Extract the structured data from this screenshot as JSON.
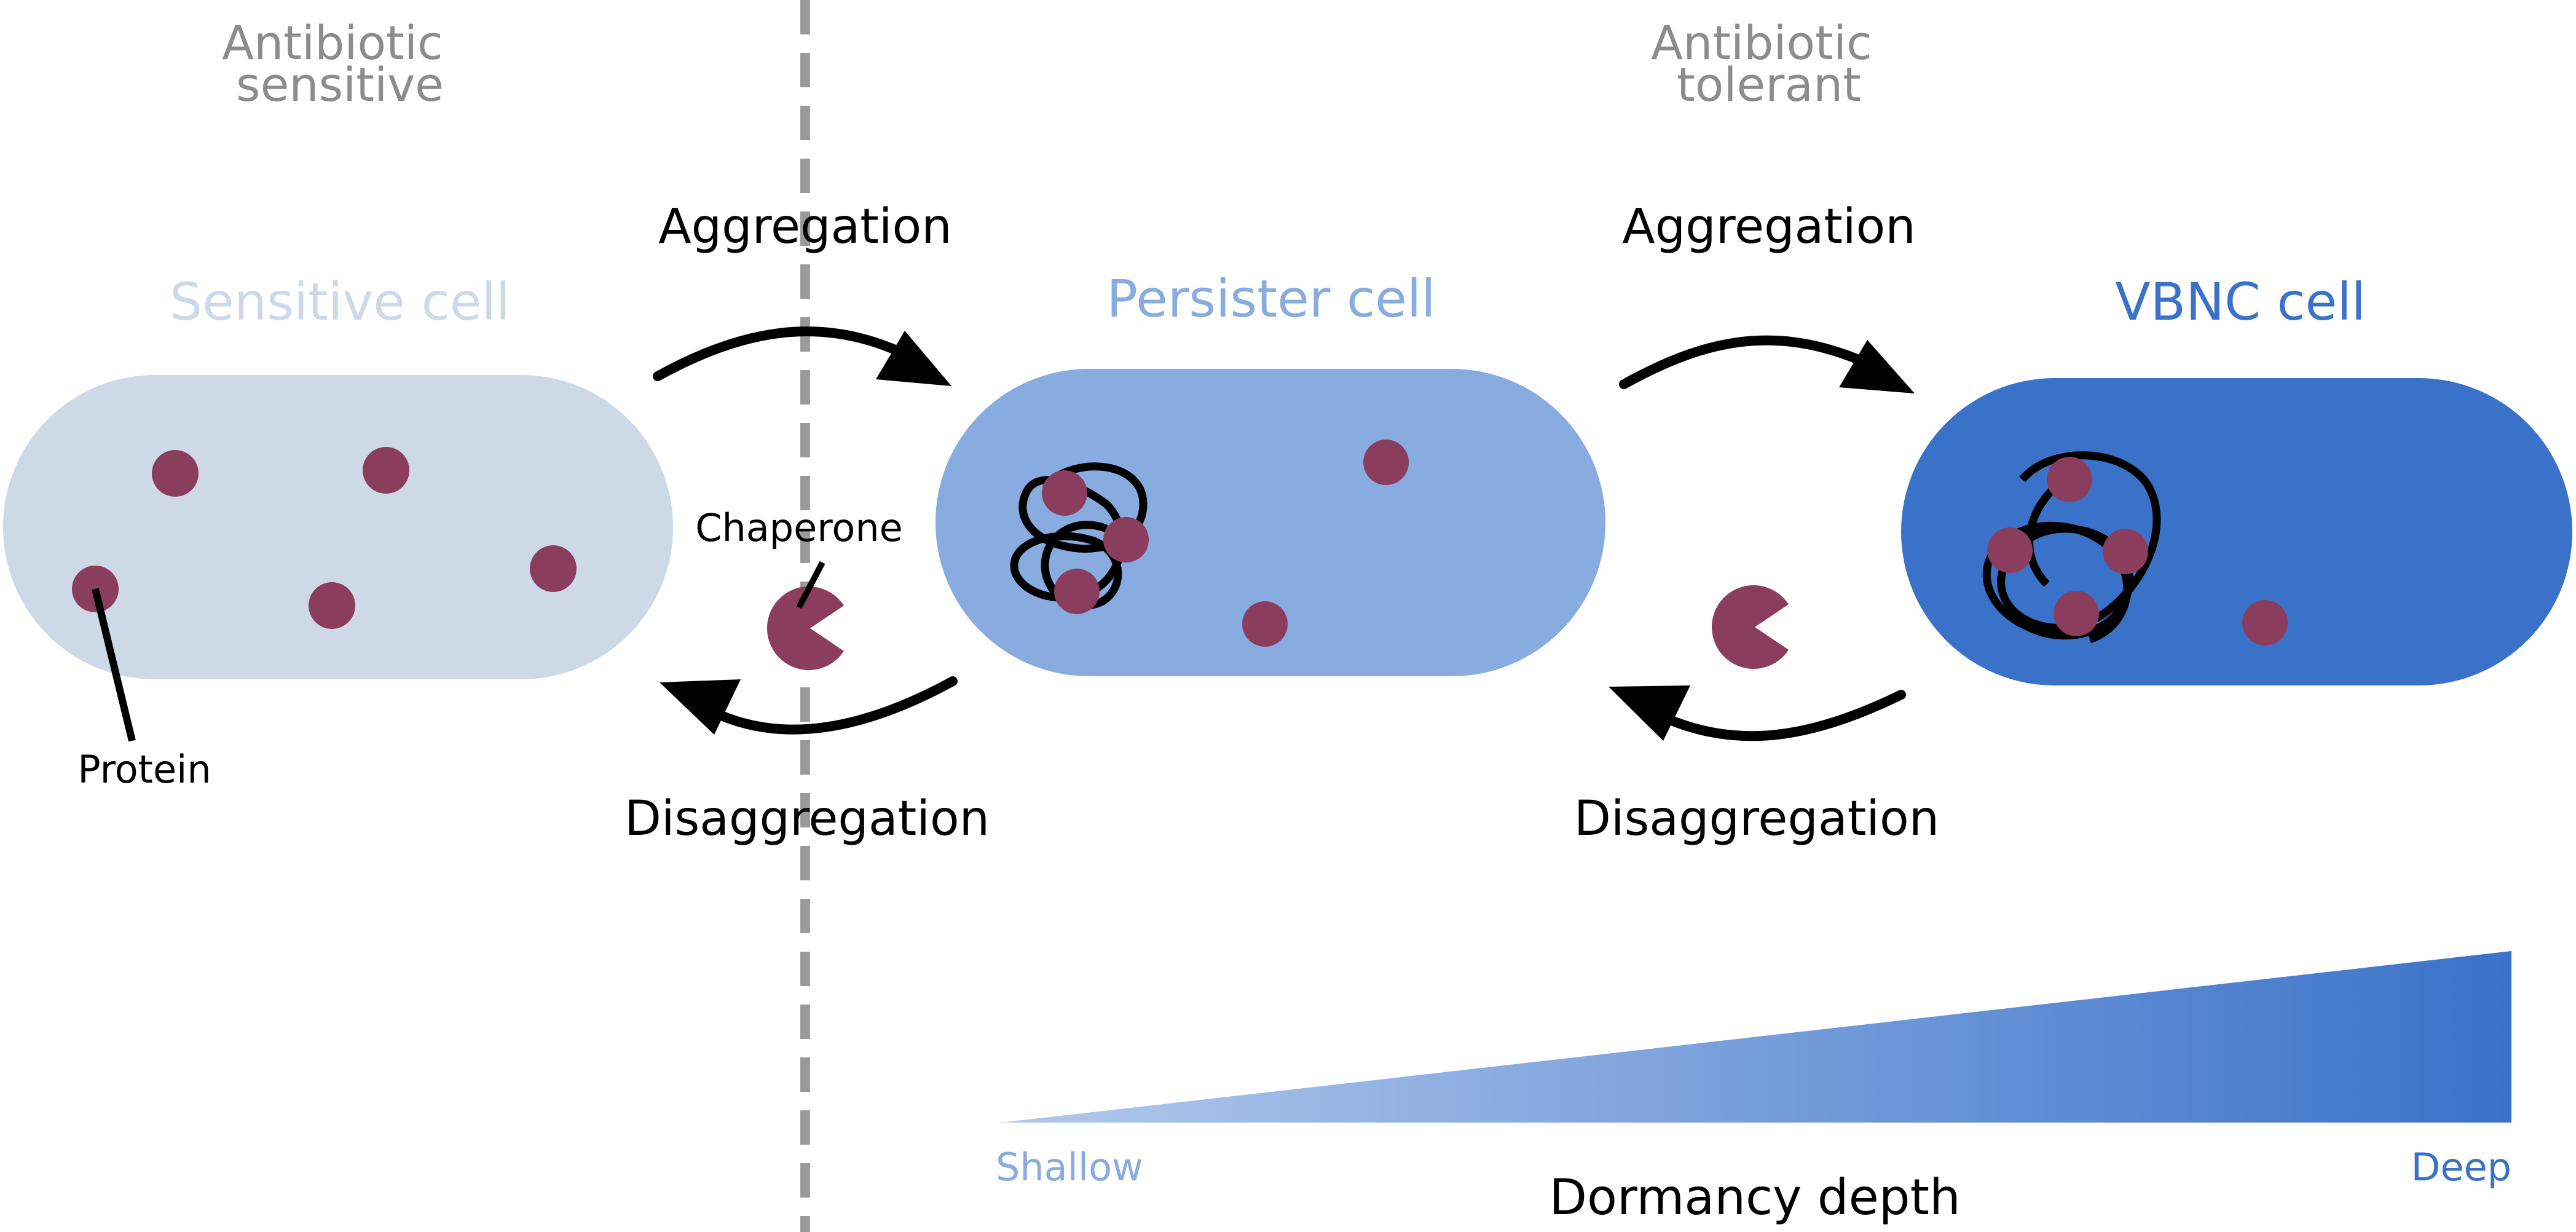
{
  "regions": {
    "left_header": [
      "Antibiotic",
      "sensitive"
    ],
    "right_header": [
      "Antibiotic",
      "tolerant"
    ]
  },
  "cells": {
    "sensitive": {
      "label": "Sensitive cell",
      "color": "#ced9e8"
    },
    "persister": {
      "label": "Persister cell",
      "color": "#88abe0"
    },
    "vbnc": {
      "label": "VBNC cell",
      "color": "#3a72c9"
    }
  },
  "transitions": {
    "left_forward": "Aggregation",
    "left_backward": "Disaggregation",
    "right_forward": "Aggregation",
    "right_backward": "Disaggregation"
  },
  "annotations": {
    "protein": "Protein",
    "chaperone": "Chaperone"
  },
  "dormancy": {
    "axis_label": "Dormancy depth",
    "low": "Shallow",
    "high": "Deep"
  },
  "colors": {
    "protein": "#8b3d5e",
    "header_text": "#8c8c8c",
    "divider": "#9a9a9a",
    "arrow": "#000000",
    "wedge_start": "#b3c9ec",
    "wedge_end": "#3a72c9"
  }
}
